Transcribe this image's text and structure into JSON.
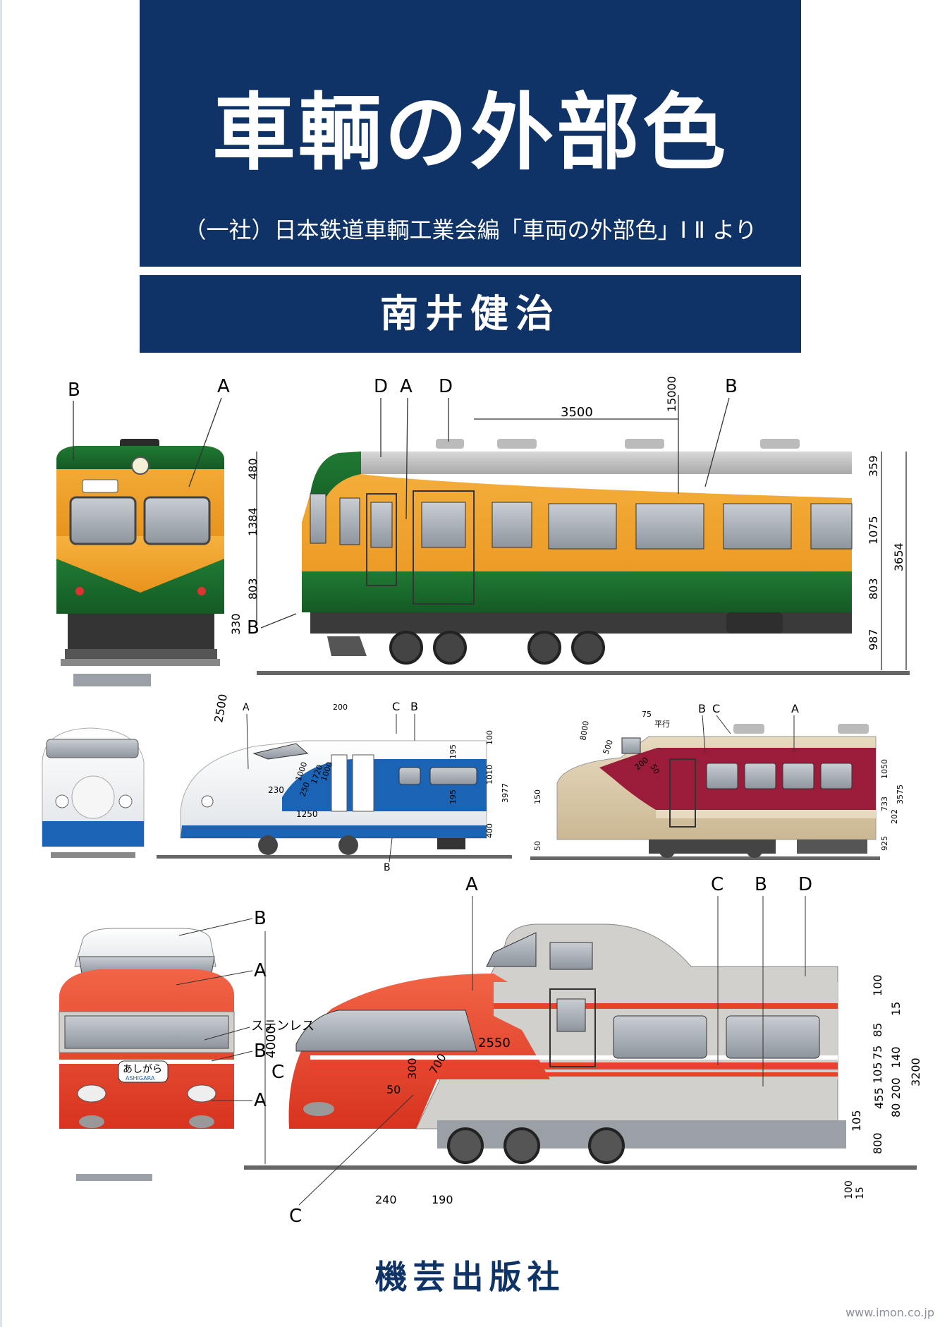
{
  "book": {
    "title": "車輌の外部色",
    "subtitle": "（一社）日本鉄道車輌工業会編「車両の外部色」Ⅰ Ⅱ より",
    "author": "南井健治",
    "publisher": "機芸出版社",
    "watermark": "www.imon.co.jp"
  },
  "colors": {
    "navy": "#0f3366",
    "shonan_orange": "#f2a22c",
    "shonan_green": "#1c6b2e",
    "shinkansen_blue": "#1a63b5",
    "tokkyu_cream": "#d9c7a6",
    "tokkyu_red": "#9b1b3a",
    "odakyu_red": "#e8412c",
    "odakyu_grey": "#d2d0cc"
  },
  "figure1": {
    "labels": {
      "b1": "B",
      "a1": "A",
      "d1": "D",
      "a2": "A",
      "d2": "D",
      "b2": "B",
      "b3": "B"
    },
    "dims": {
      "d3500": "3500",
      "d15000": "15000",
      "d480": "480",
      "d1384": "1384",
      "d803": "803",
      "d330": "330",
      "d2500": "2500",
      "d359": "359",
      "d1075": "1075",
      "d803b": "803",
      "d987": "987",
      "d3654": "3654"
    }
  },
  "figure2": {
    "labels": {
      "a": "A",
      "c": "C",
      "b": "B",
      "b2": "B"
    },
    "dims": {
      "d200": "200",
      "d100": "100",
      "d195": "195",
      "d1010": "1010",
      "d195b": "195",
      "d400": "400",
      "d3977": "3977",
      "d230": "230",
      "d250": "250",
      "d1000": "1000",
      "d1720": "1720",
      "d1000b": "1000",
      "d1250": "1250"
    }
  },
  "figure3": {
    "labels": {
      "b": "B",
      "c": "C",
      "a": "A"
    },
    "dims": {
      "d8000": "8000",
      "d75": "75",
      "parallel": "平行",
      "d500": "500",
      "d50": "50",
      "d200": "200",
      "d1050": "1050",
      "d733": "733",
      "d202": "202",
      "d3575": "3575",
      "d925": "925",
      "d150": "150",
      "d50b": "50"
    }
  },
  "figure4": {
    "labels": {
      "b1": "B",
      "a1": "A",
      "stainless": "ステンレス",
      "b2": "B",
      "a2": "A",
      "a3": "A",
      "c1": "C",
      "b3": "B",
      "d1": "D",
      "c2": "C",
      "c3": "C"
    },
    "headsign": {
      "kana": "あしがら",
      "roman": "ASHIGARA"
    },
    "dims": {
      "d4000": "4000",
      "d2550": "2550",
      "d300": "300",
      "d700": "700",
      "d50": "50",
      "d240": "240",
      "d190": "190",
      "d100": "100",
      "d15": "15",
      "d85": "85",
      "d75": "75",
      "d140": "140",
      "d105": "105",
      "d200": "200",
      "d455": "455",
      "d80": "80",
      "d105b": "105",
      "d800": "800",
      "d3200": "3200",
      "d100b": "100",
      "d15b": "15"
    }
  }
}
